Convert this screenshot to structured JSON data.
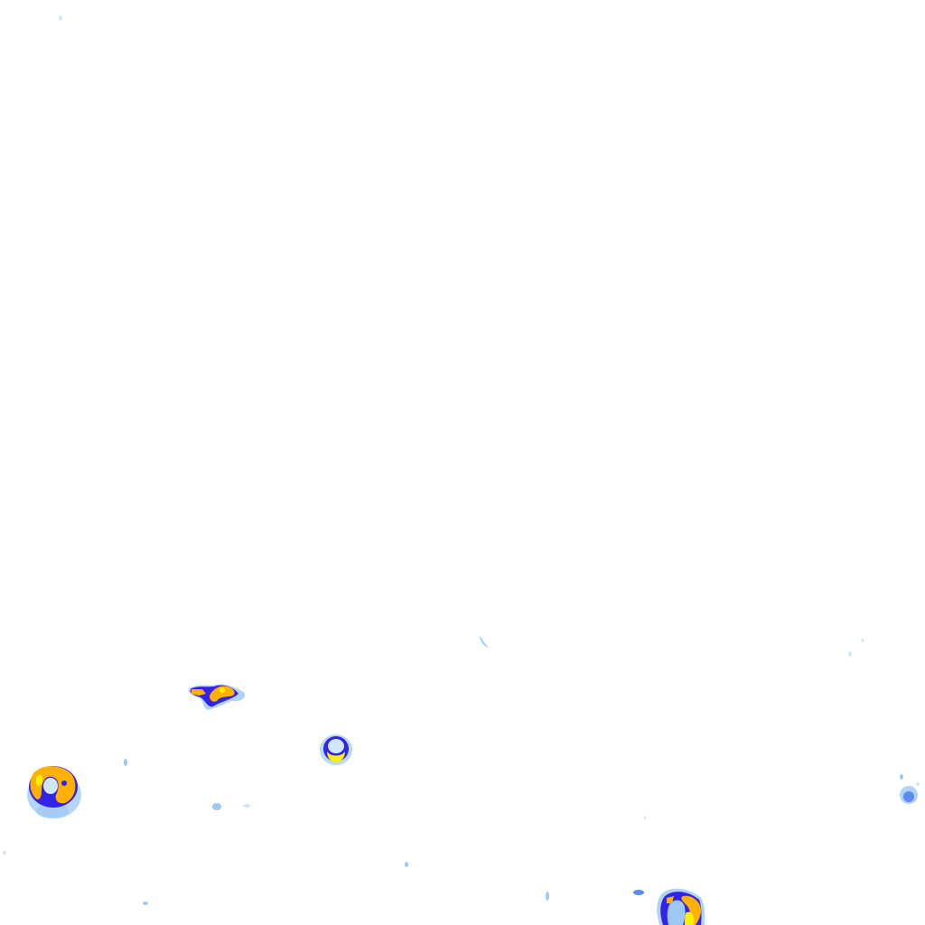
{
  "palette": {
    "background": "#ffffff",
    "very_light": "#cfe6fb",
    "light": "#9cc8f4",
    "medium": "#5a8cf0",
    "strong": "#3322e8",
    "heavy": "#ffb000",
    "extreme": "#fff000"
  },
  "cells": [
    {
      "id": "cell-left-large",
      "intensity": "extreme"
    },
    {
      "id": "cell-upper-cluster",
      "intensity": "extreme"
    },
    {
      "id": "cell-center-small",
      "intensity": "extreme"
    },
    {
      "id": "cell-bottom-right",
      "intensity": "extreme"
    },
    {
      "id": "cell-far-right",
      "intensity": "medium"
    }
  ]
}
